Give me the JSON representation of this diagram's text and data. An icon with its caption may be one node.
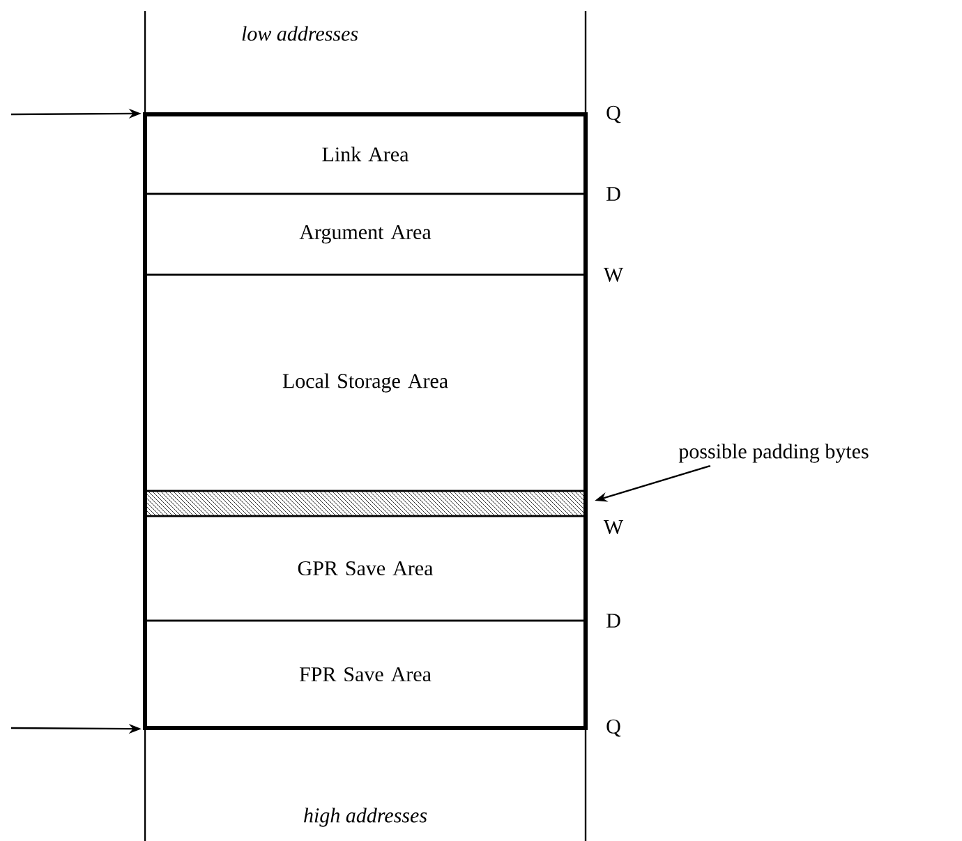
{
  "diagram": {
    "nodes": [
      {
        "text": [
          "Link Area"
        ]
      },
      {
        "text": [
          "Argument  Area"
        ]
      },
      {
        "text": [
          "Local Storage Area"
        ]
      },
      {
        "text": [],
        "shape": "bar"
      },
      {
        "text": [
          "GPR Save Area"
        ]
      },
      {
        "text": [
          "FPR Save Area"
        ]
      },
      {
        "text": [
          "possible padding bytes"
        ]
      }
    ],
    "edges": [
      {
        "from": null,
        "to": 0,
        "arrow": "to"
      },
      {
        "from": null,
        "to": 5,
        "arrow": "to"
      },
      {
        "from": 6,
        "to": 3,
        "arrow": "to"
      }
    ],
    "labels": [
      "low addresses",
      "Q",
      "D",
      "W",
      "W",
      "D",
      "Q",
      "high addresses"
    ]
  }
}
